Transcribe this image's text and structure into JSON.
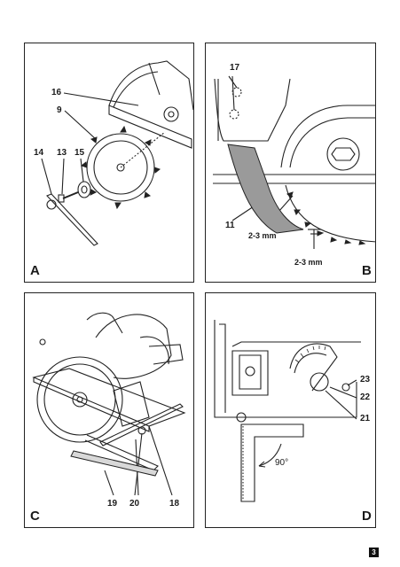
{
  "panels": {
    "a": {
      "letter": "A",
      "callouts": {
        "c16": "16",
        "c9": "9",
        "c14": "14",
        "c13": "13",
        "c15": "15"
      }
    },
    "b": {
      "letter": "B",
      "callouts": {
        "c17": "17",
        "c11": "11"
      },
      "measure1": "2-3 mm",
      "measure2": "2-3 mm"
    },
    "c": {
      "letter": "C",
      "callouts": {
        "c19": "19",
        "c20": "20",
        "c18": "18"
      }
    },
    "d": {
      "letter": "D",
      "callouts": {
        "c23": "23",
        "c22": "22",
        "c21": "21"
      },
      "angle": "90°"
    }
  },
  "page_number": "3",
  "colors": {
    "frame": "#222222",
    "shade": "#9a9a9a",
    "badge": "#111111"
  }
}
